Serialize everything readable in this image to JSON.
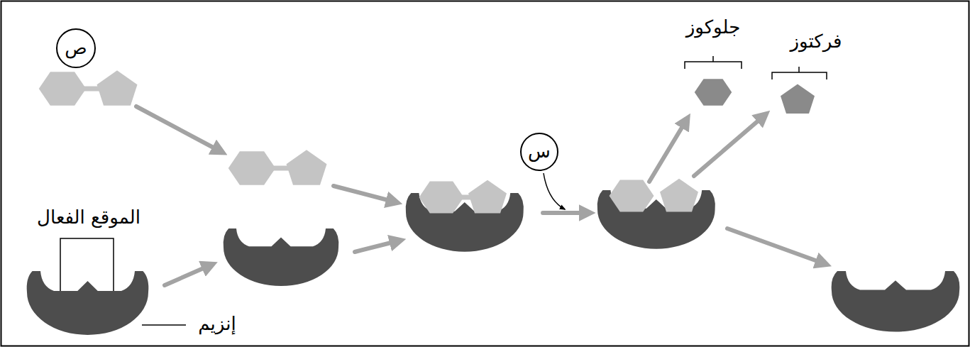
{
  "diagram": {
    "nodes": [
      {
        "text": [
          "ص"
        ]
      },
      {
        "text": [
          "س"
        ]
      }
    ],
    "labels": [
      "جلوكوز",
      "فركتوز",
      "الموقع الفعال",
      "إنزيم"
    ]
  }
}
